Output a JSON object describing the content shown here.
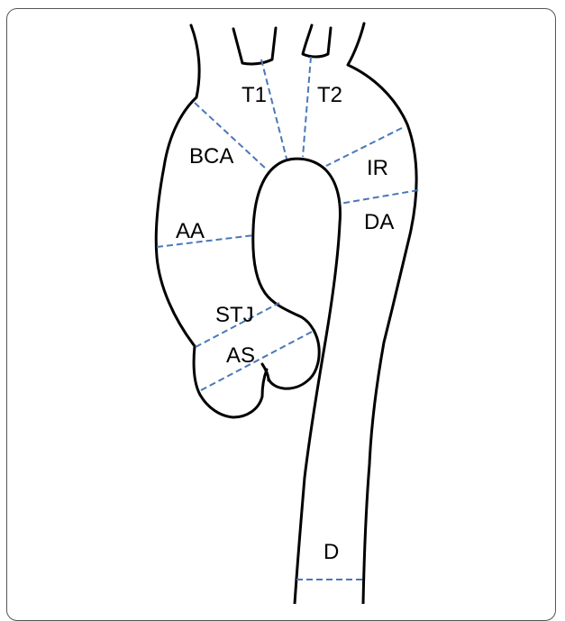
{
  "segments": {
    "t1": "T1",
    "t2": "T2",
    "bca": "BCA",
    "ir": "IR",
    "aa": "AA",
    "da": "DA",
    "stj": "STJ",
    "as": "AS",
    "d": "D"
  },
  "colors": {
    "outline": "#000000",
    "divider": "#4a78b8",
    "frame": "#555555"
  }
}
